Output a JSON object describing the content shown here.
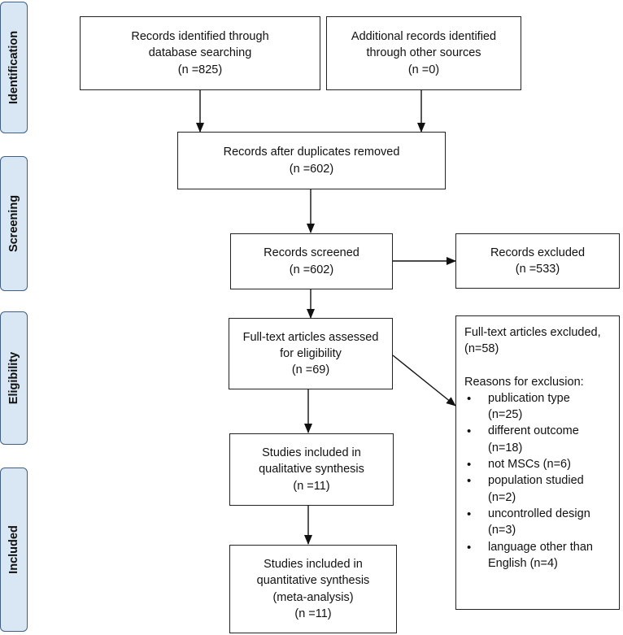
{
  "phases": {
    "identification": "Identification",
    "screening": "Screening",
    "eligibility": "Eligibility",
    "included": "Included"
  },
  "boxes": {
    "database": [
      "Records identified through",
      "database searching",
      "(n =825)"
    ],
    "other_sources": [
      "Additional records identified",
      "through other sources",
      "(n =0)"
    ],
    "duplicates_removed": [
      "Records after duplicates removed",
      "(n =602)"
    ],
    "screened": [
      "Records screened",
      "(n =602)"
    ],
    "excluded": [
      "Records excluded",
      "(n =533)"
    ],
    "full_text": [
      "Full-text articles assessed",
      "for eligibility",
      "(n =69)"
    ],
    "qualitative": [
      "Studies included in",
      "qualitative synthesis",
      "(n =11)"
    ],
    "quantitative": [
      "Studies included in",
      "quantitative synthesis",
      "(meta-analysis)",
      "(n =11)"
    ]
  },
  "full_text_excluded": {
    "heading_1": "Full-text articles excluded,",
    "heading_2": "(n=58)",
    "reasons_title": "Reasons for exclusion:",
    "reasons": [
      [
        "publication type",
        "(n=25)"
      ],
      [
        "different outcome",
        "(n=18)"
      ],
      [
        "not MSCs (n=6)"
      ],
      [
        "population studied",
        "(n=2)"
      ],
      [
        "uncontrolled design",
        "(n=3)"
      ],
      [
        "language other than",
        "English (n=4)"
      ]
    ]
  },
  "colors": {
    "phase_fill": "#d9e6f3",
    "phase_border": "#3f5f86",
    "line": "#111111"
  }
}
